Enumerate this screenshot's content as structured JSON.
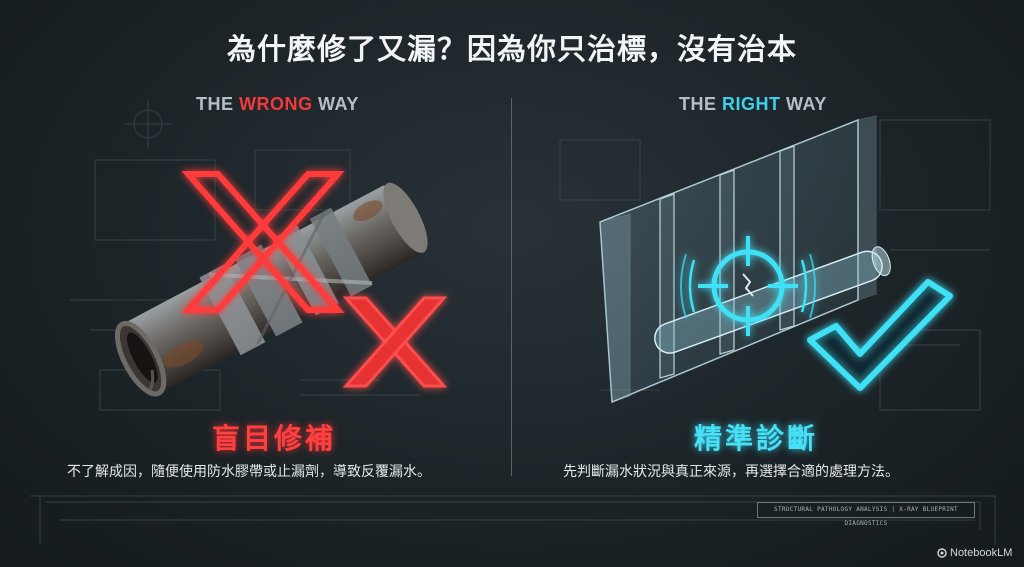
{
  "title": "為什麼修了又漏？因為你只治標，沒有治本",
  "left_panel": {
    "heading_prefix": "THE ",
    "heading_highlight": "WRONG",
    "heading_suffix": " WAY",
    "label": "盲目修補",
    "description": "不了解成因，隨便使用防水膠帶或止漏劑，導致反覆漏水。",
    "icon": "x-mark-icon",
    "accent_color": "#ff3b3b"
  },
  "right_panel": {
    "heading_prefix": "THE ",
    "heading_highlight": "RIGHT",
    "heading_suffix": " WAY",
    "label": "精準診斷",
    "description": "先判斷漏水狀況與真正來源，再選擇合適的處理方法。",
    "icon": "checkmark-icon",
    "accent_color": "#3fd8f2"
  },
  "footer": {
    "tag": "STRUCTURAL PATHOLOGY ANALYSIS | X-RAY BLUEPRINT DIAGNOSTICS"
  },
  "brand": "NotebookLM"
}
